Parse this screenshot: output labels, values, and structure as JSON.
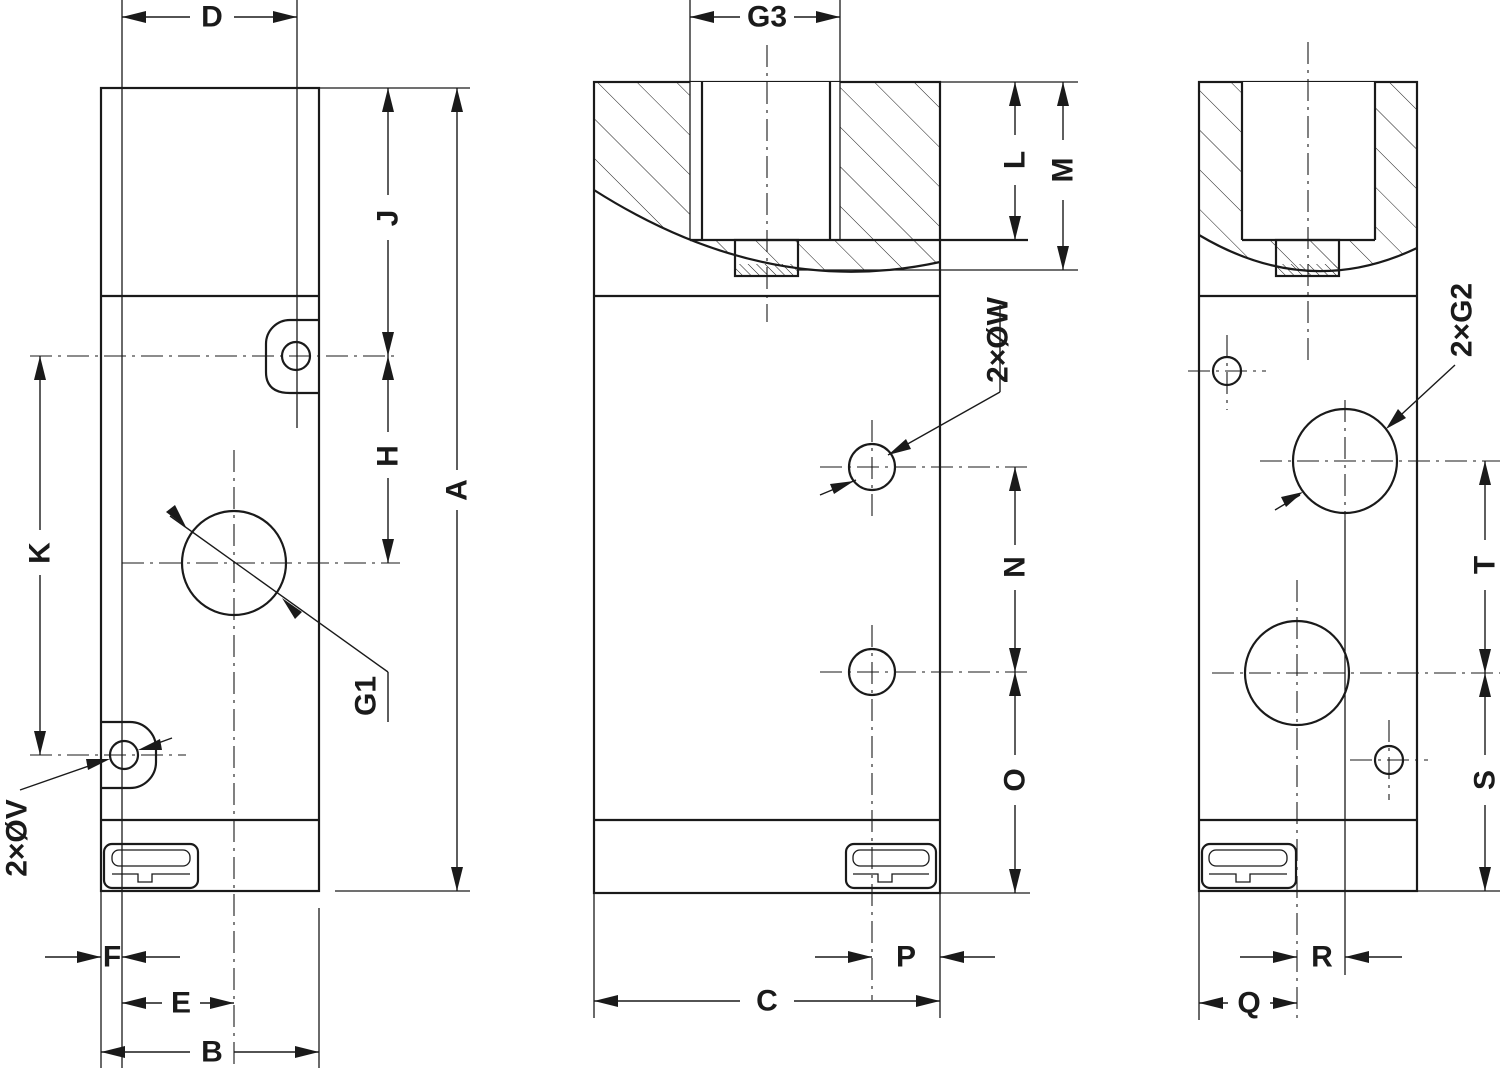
{
  "labels": {
    "A": "A",
    "B": "B",
    "C": "C",
    "D": "D",
    "E": "E",
    "F": "F",
    "G1": "G1",
    "G2": "2×G2",
    "G3": "G3",
    "H": "H",
    "J": "J",
    "K": "K",
    "L": "L",
    "M": "M",
    "N": "N",
    "O": "O",
    "P": "P",
    "Q": "Q",
    "R": "R",
    "S": "S",
    "T": "T",
    "V": "2×ØV",
    "W": "2×ØW"
  },
  "colors": {
    "line": "#1a1a1a",
    "background": "#ffffff"
  }
}
